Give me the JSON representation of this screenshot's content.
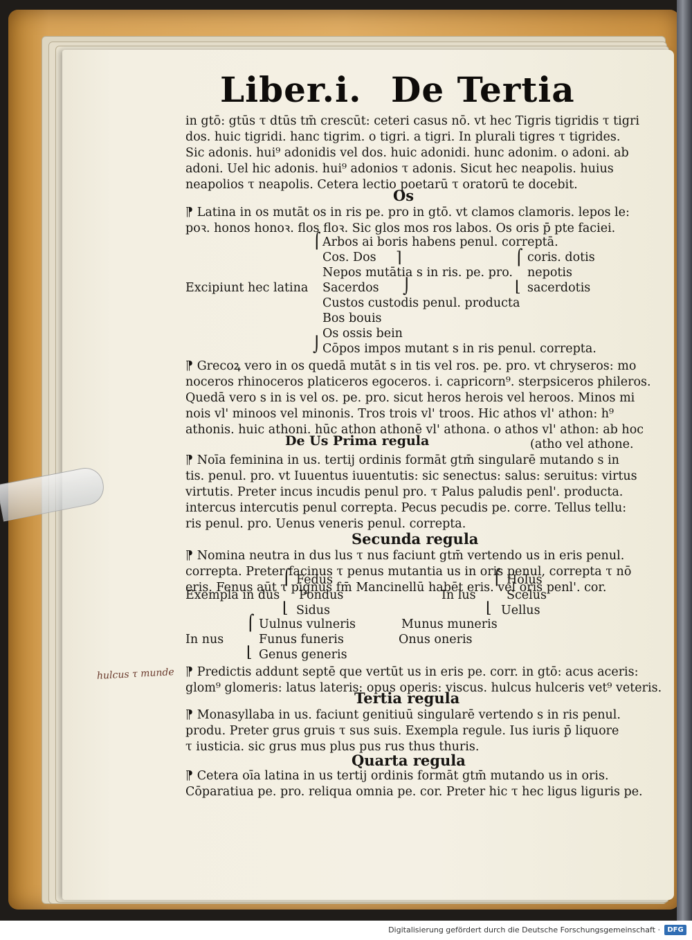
{
  "header": {
    "left": "Liber.i.",
    "right": "De Tertia"
  },
  "intro_lines": [
    "in gtō: gtūs τ dtūs tm̄ crescūt: ceteri casus nō. vt hec Tigris tigridis τ tigri",
    "dos. huic tigridi. hanc tigrim. o tigri. a tigri. In plurali tigres τ tigrides.",
    "Sic adonis. hui⁹ adonidis vel dos. huic adonidi. hunc adonim. o adoni. ab",
    "adoni. Uel hic adonis. hui⁹ adonios τ adonis. Sicut hec neapolis. huius",
    "neapolios τ neapolis. Cetera lectio poetarū τ oratorū te docebit."
  ],
  "section_os": "Os",
  "os_lines": [
    "⁋ Latina in os mutāt os in ris pe. pro in gtō. vt clamos clamoris. lepos le:",
    "poꝛ. honos honoꝛ. flos floꝛ. Sic glos mos ros labos. Os oris p̄ pte faciei."
  ],
  "exceptions": {
    "label": "Excipiunt hec latina",
    "items": [
      "Arbos ai boris habens penul. correptā.",
      "Cos. Dos",
      "Nepos mutātia s in ris. pe. pro.",
      "Sacerdos",
      "Custos custodis penul. producta",
      "Bos bouis",
      "Os ossis bein",
      "Cōpos impos mutant s in ris penul. correpta."
    ],
    "right_items": [
      "coris. dotis",
      "nepotis",
      "sacerdotis"
    ]
  },
  "greek_lines": [
    "⁋ Grecoꝝ vero in os quedā mutāt s in tis vel ros. pe. pro. vt chryseros: mo",
    "noceros rhinoceros platiceros egoceros. i. capricorn⁹. sterpsiceros phileros.",
    "Quedā vero s in is vel os. pe. pro. sicut heros herois vel heroos. Minos mi",
    "nois vl' minoos vel minonis. Tros trois vl' troos. Hic athos vl' athon: h⁹",
    "athonis. huic athoni. hūc athon athonē vl' athona. o athos vl' athon: ab hoc"
  ],
  "prima": {
    "title": "De Us Prima regula",
    "aside": "(atho vel athone.",
    "lines": [
      "⁋ Noīa feminina in us. tertij ordinis formāt gtm̄ singularē mutando s in",
      "tis. penul. pro. vt Iuuentus iuuentutis: sic senectus: salus: seruitus: virtus",
      "virtutis. Preter incus incudis penul pro. τ Palus paludis penl'. producta.",
      "intercus intercutis penul correpta. Pecus pecudis pe. corre. Tellus tellu:",
      "ris penul. pro. Uenus veneris penul. correpta."
    ]
  },
  "secunda": {
    "title": "Secunda regula",
    "lines": [
      "⁋ Nomina neutra in dus lus τ nus faciunt gtm̄ vertendo us in eris penul.",
      "correpta. Preter facinus τ penus mutantia us in oris penul, correpta τ nō",
      "eris. Fenus aūt τ pignus fm̄ Mancinellū habēt eris. vel oris penl'. cor."
    ],
    "dus_label": "Exempla in dus",
    "dus_items": [
      "Fedus",
      "Pondus",
      "Sidus"
    ],
    "lus_label": "In lus",
    "lus_items": [
      "Holus",
      "Scelus",
      "Uellus"
    ],
    "nus_label": "In nus",
    "nus_items_left": [
      "Uulnus vulneris",
      "Funus funeris",
      "Genus generis"
    ],
    "nus_items_right": [
      "Munus muneris",
      "Onus oneris"
    ],
    "extra_lines": [
      "⁋ Predictis addunt septē que vertūt us in eris pe. corr. in gtō: acus aceris:",
      "glom⁹ glomeris: latus lateris: opus operis: viscus. hulcus hulceris vet⁹ veteris."
    ],
    "margin_note": "hulcus τ munde"
  },
  "tertia": {
    "title": "Tertia regula",
    "lines": [
      "⁋ Monasyllaba in us. faciunt genitiuū singularē vertendo s in ris penul.",
      "produ. Preter grus gruis τ sus suis. Exempla regule. Ius iuris p̄ liquore",
      "τ iusticia. sic grus mus plus pus rus thus thuris."
    ]
  },
  "quarta": {
    "title": "Quarta regula",
    "lines": [
      "⁋ Cetera oīa latina in us tertij ordinis formāt gtm̄ mutando us in oris.",
      "Cōparatiua pe. pro. reliqua omnia pe. cor. Preter hic τ hec ligus liguris pe."
    ]
  },
  "footer": {
    "text": "Digitalisierung gefördert durch die Deutsche Forschungsgemeinschaft ·",
    "logo": "DFG"
  }
}
